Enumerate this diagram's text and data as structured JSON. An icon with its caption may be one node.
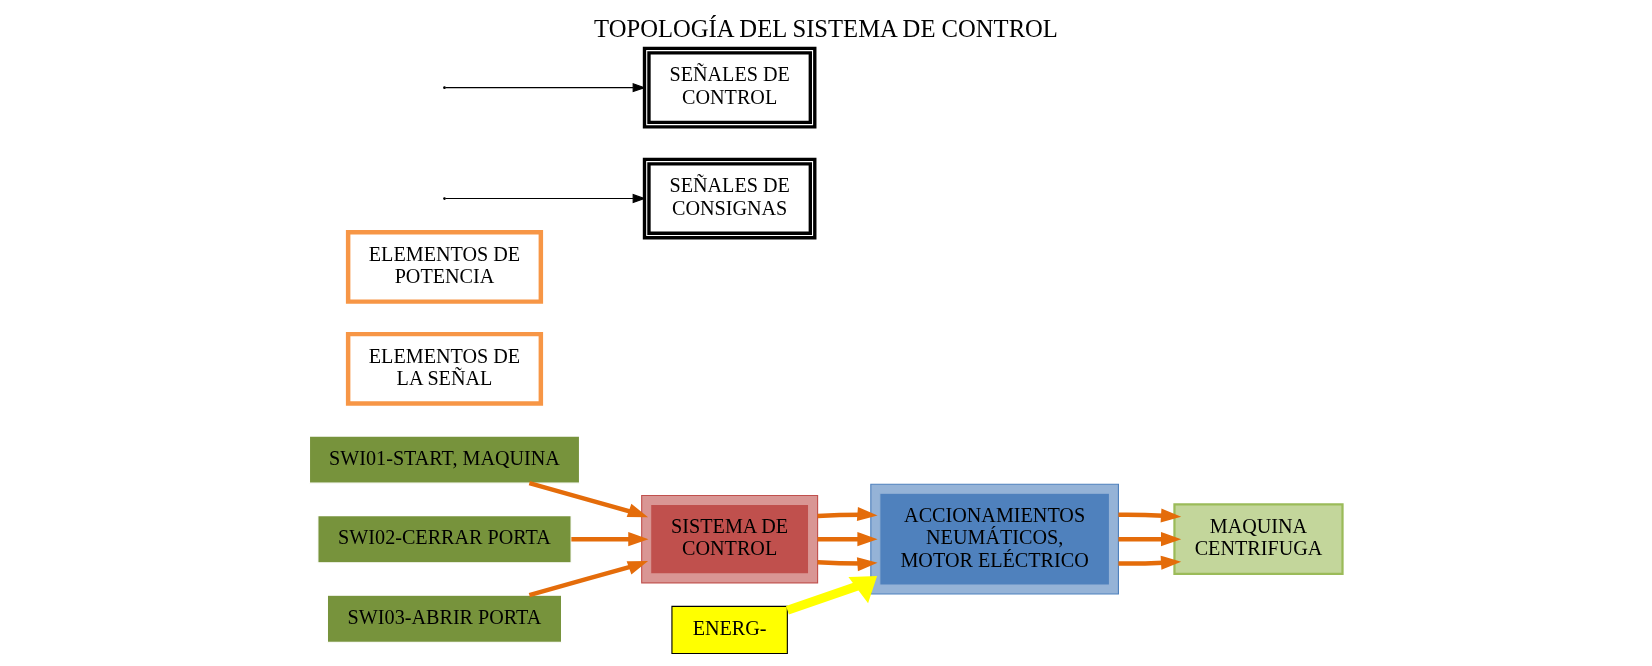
{
  "diagram": {
    "title": "TOPOLOGÍA DEL SISTEMA DE CONTROL",
    "nodes": [
      {
        "text": [
          "SWI01-START, MAQUINA"
        ]
      },
      {
        "text": [
          "SWI02-CERRAR PORTA"
        ]
      },
      {
        "text": [
          "SWI03-ABRIR PORTA"
        ]
      },
      {
        "text": [
          "ELEMENTOS DE LA SEÑAL"
        ]
      },
      {
        "text": [],
        "shape": "box"
      },
      {
        "text": [
          "SISTEMA DE CONTROL"
        ],
        "in": 4
      },
      {
        "text": [
          "ELEMENTOS DE POTENCIA"
        ]
      },
      {
        "text": [],
        "shape": "box"
      },
      {
        "text": [
          "ACCIONAMIENTOS NEUMÁTICOS, MOTOR ELÉCTRICO"
        ],
        "in": 7
      },
      {
        "text": [
          "MAQUINA CENTRIFUGA"
        ]
      },
      {
        "text": [
          "SEÑALES DE CONSIGNAS"
        ]
      },
      {
        "text": [
          "SEÑALES DE CONTROL"
        ]
      },
      {
        "text": [
          "ENERG-"
        ]
      }
    ],
    "edges": [
      {
        "from": 0,
        "to": 4,
        "arrow": "to"
      },
      {
        "from": 1,
        "to": 4,
        "arrow": "to"
      },
      {
        "from": 2,
        "to": 4,
        "arrow": "to"
      },
      {
        "from": 4,
        "to": 7,
        "arrow": "to"
      },
      {
        "from": 4,
        "to": 7,
        "arrow": "to"
      },
      {
        "from": 4,
        "to": 7,
        "arrow": "to"
      },
      {
        "from": 7,
        "to": 9,
        "arrow": "to"
      },
      {
        "from": 7,
        "to": 9,
        "arrow": "to"
      },
      {
        "from": 7,
        "to": 9,
        "arrow": "to"
      },
      {
        "from": null,
        "to": 10,
        "arrow": "to",
        "color": "#000000"
      },
      {
        "from": null,
        "to": 11,
        "arrow": "to",
        "color": "#000000"
      },
      {
        "from": 12,
        "to": 7,
        "arrow": "to",
        "style": "thick",
        "color": "#ffff00"
      }
    ]
  }
}
